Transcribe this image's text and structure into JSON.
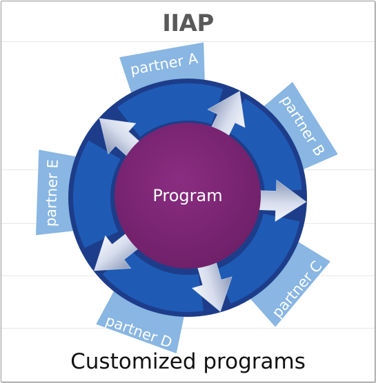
{
  "title": "IIAP",
  "caption": "Customized programs",
  "center_label": "Program",
  "partners": [
    "partner A",
    "partner B",
    "partner C",
    "partner D",
    "partner E"
  ],
  "colors": {
    "title": "#595959",
    "ring_dark": "#1d3d8a",
    "ring_segment": "#1f5bb5",
    "tab_light": "#7fb0e0",
    "center": "#7c2574",
    "arrow_light": "#eef2fa",
    "arrow_dark": "#8a97b5",
    "label_white": "#ffffff"
  }
}
